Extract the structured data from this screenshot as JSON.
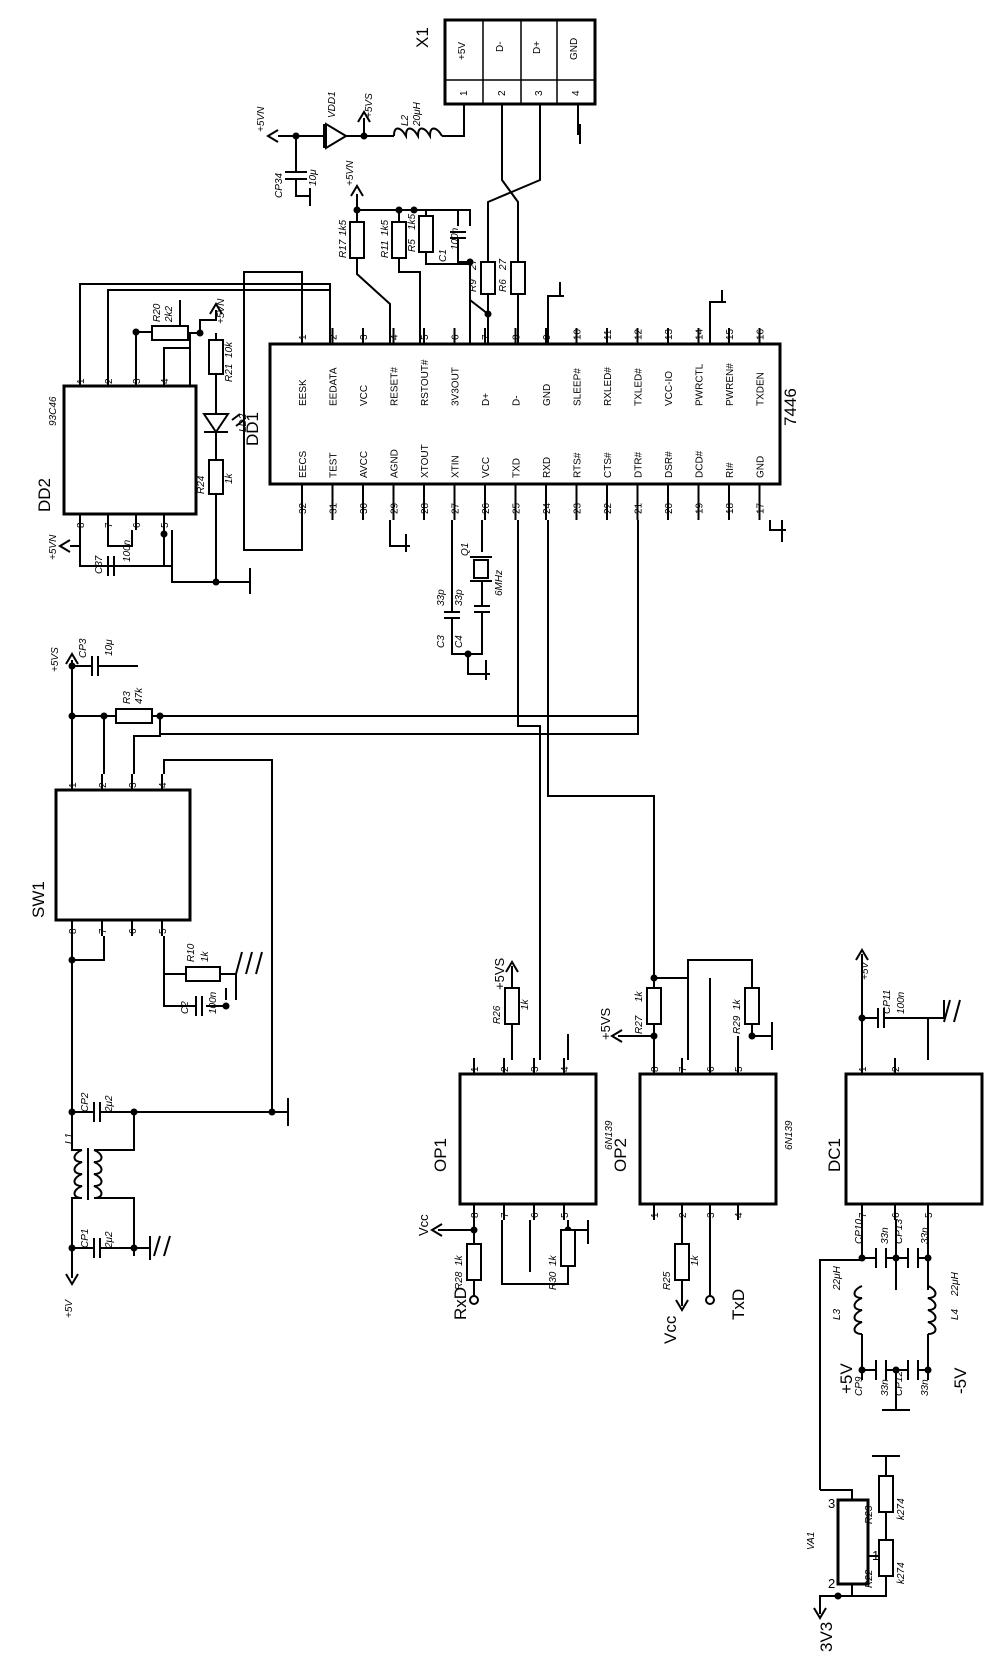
{
  "connector_x1": {
    "ref": "X1",
    "pins": [
      "+5V",
      "D-",
      "D+",
      "GND"
    ],
    "pin_numbers": [
      "1",
      "2",
      "3",
      "4"
    ]
  },
  "dd1": {
    "ref": "DD1",
    "part": "7446",
    "top_pins": [
      "EESK",
      "EEDATA",
      "VCC",
      "VCC",
      "RESET#",
      "RSTOUT#",
      "3V3OUT",
      "D+",
      "D-",
      "GND",
      "SLEEP#",
      "RXLED#",
      "TXLED#",
      "VCC-IO",
      "PWRCTL",
      "PWREN#",
      "TXDEN"
    ],
    "top_nums": [
      "1",
      "2",
      "3",
      "4",
      "5",
      "6",
      "7",
      "8",
      "9",
      "10",
      "11",
      "12",
      "13",
      "14",
      "15",
      "16"
    ],
    "bottom_pins": [
      "EECS",
      "TEST",
      "AVCC",
      "AGND",
      "XTOUT",
      "XTIN",
      "VCC",
      "TXD",
      "RXD",
      "RTS#",
      "CTS#",
      "DTR#",
      "DSR#",
      "DCD#",
      "RI#",
      "GND"
    ],
    "bottom_nums": [
      "32",
      "31",
      "30",
      "29",
      "28",
      "27",
      "26",
      "25",
      "24",
      "23",
      "22",
      "21",
      "20",
      "19",
      "18",
      "17"
    ]
  },
  "dd2": {
    "ref": "DD2",
    "part": "93C46",
    "pins_top": [
      "1",
      "2",
      "3",
      "4"
    ],
    "pins_bottom": [
      "8",
      "7",
      "6",
      "5"
    ]
  },
  "sw1": {
    "ref": "SW1",
    "pins_top": [
      "1",
      "2",
      "3",
      "4"
    ],
    "pins_bottom": [
      "8",
      "7",
      "6",
      "5"
    ]
  },
  "op1": {
    "ref": "OP1",
    "part": "6N139",
    "pins_top": [
      "1",
      "2",
      "3",
      "4"
    ],
    "pins_bottom": [
      "8",
      "7",
      "6",
      "5"
    ]
  },
  "op2": {
    "ref": "OP2",
    "part": "6N139",
    "pins_top": [
      "8",
      "7",
      "6",
      "5"
    ],
    "pins_bottom": [
      "1",
      "2",
      "3",
      "4"
    ]
  },
  "dc1": {
    "ref": "DC1",
    "pins_top": [
      "1",
      "2"
    ],
    "pins_bottom": [
      "7",
      "6",
      "5"
    ]
  },
  "va1": {
    "ref": "VA1",
    "pins": [
      "3",
      "1",
      "2"
    ]
  },
  "components": {
    "l2": "L2",
    "l2_val": "20μH",
    "vdd1": "VDD1",
    "cp34": "CP34",
    "cp34_val": "10μ",
    "r17": "R17",
    "r17_val": "1k5",
    "r11": "R11",
    "r11_val": "1k5",
    "r5": "R5",
    "r5_val": "1k5",
    "c1": "C1",
    "c1_val": "100n",
    "r9": "R9",
    "r9_val": "27",
    "r6": "R6",
    "r6_val": "27",
    "r20": "R20",
    "r20_val": "2k2",
    "r21": "R21",
    "r21_val": "10k",
    "ld2": "LD2",
    "r24": "R24",
    "r24_val": "1k",
    "c37": "C37",
    "c37_val": "100n",
    "cp3": "CP3",
    "cp3_val": "10μ",
    "r3": "R3",
    "r3_val": "47k",
    "r10": "R10",
    "r10_val": "1k",
    "c2": "C2",
    "c2_val": "100n",
    "cp2": "CP2",
    "cp2_val": "2μ2",
    "l1": "L1",
    "cp1": "CP1",
    "cp1_val": "2μ2",
    "c3": "C3",
    "c3_val": "33p",
    "c4": "C4",
    "c4_val": "33p",
    "q1": "Q1",
    "q1_val": "6MHz",
    "r26": "R26",
    "r26_val": "1k",
    "r28": "R28",
    "r28_val": "1k",
    "r30": "R30",
    "r30_val": "1k",
    "r27": "R27",
    "r27_val": "1k",
    "r29": "R29",
    "r29_val": "1k",
    "r25": "R25",
    "r25_val": "1k",
    "cp11": "CP11",
    "cp11_val": "100n",
    "cp10": "CP10",
    "cp10_val": "33n",
    "cp13": "CP13",
    "cp13_val": "33n",
    "cp9": "CP9",
    "cp9_val": "33n",
    "cp12": "CP12",
    "cp12_val": "33n",
    "l3": "L3",
    "l3_val": "22μH",
    "l4": "L4",
    "l4_val": "22μH",
    "r23": "R23",
    "r23_val": "k274",
    "r22": "R22",
    "r22_val": "k274"
  },
  "nets": {
    "p5vn": "+5VN",
    "p5vs": "+5VS",
    "p5v": "+5V",
    "m5v": "-5V",
    "vcc": "Vcc",
    "rxd": "RxD",
    "txd": "TxD",
    "v33": "3V3"
  }
}
